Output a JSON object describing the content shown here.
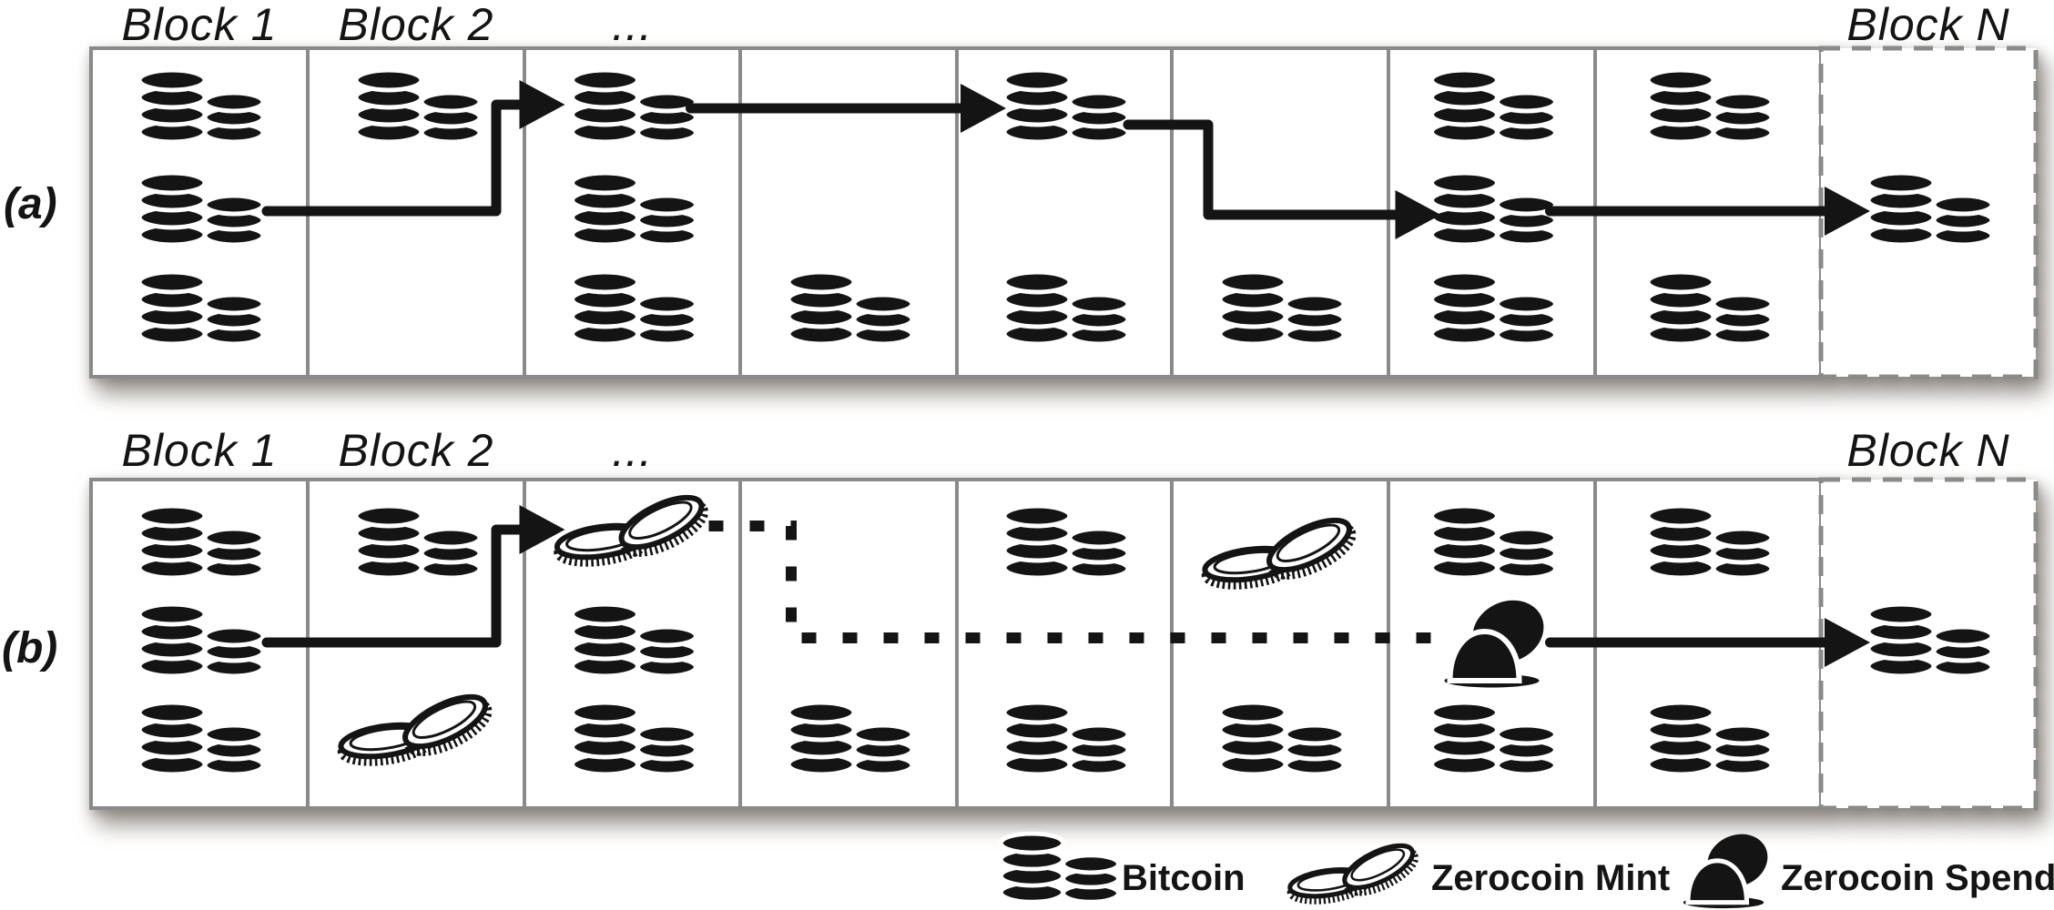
{
  "colors": {
    "ink": "#141414",
    "grid": "#8a8a8a",
    "background": "#ffffff"
  },
  "panels": [
    {
      "id": "a",
      "side_label": "(a)",
      "column_labels": [
        {
          "col": 0,
          "text": "Block 1"
        },
        {
          "col": 1,
          "text": "Block 2"
        },
        {
          "col": 2,
          "text": "..."
        },
        {
          "col": 8,
          "text": "Block N"
        }
      ],
      "blocks": [
        {
          "cells": {
            "top": "bitcoin",
            "middle": "bitcoin",
            "bottom": "bitcoin"
          }
        },
        {
          "cells": {
            "top": "bitcoin"
          }
        },
        {
          "cells": {
            "top": "bitcoin",
            "middle": "bitcoin",
            "bottom": "bitcoin"
          }
        },
        {
          "cells": {
            "bottom": "bitcoin"
          }
        },
        {
          "cells": {
            "top": "bitcoin",
            "bottom": "bitcoin"
          }
        },
        {
          "cells": {
            "bottom": "bitcoin"
          }
        },
        {
          "cells": {
            "top": "bitcoin",
            "middle": "bitcoin",
            "bottom": "bitcoin"
          }
        },
        {
          "cells": {
            "top": "bitcoin",
            "bottom": "bitcoin"
          }
        },
        {
          "dashed": true,
          "cells": {
            "middle": "bitcoin"
          }
        }
      ],
      "arrows": [
        {
          "style": "solid",
          "route": "elbow-up",
          "from": {
            "block": 0,
            "row": "middle"
          },
          "to": {
            "block": 2,
            "row": "top"
          }
        },
        {
          "style": "solid",
          "route": "straight",
          "from": {
            "block": 2,
            "row": "top"
          },
          "to": {
            "block": 4,
            "row": "top"
          }
        },
        {
          "style": "solid",
          "route": "elbow-down",
          "from": {
            "block": 4,
            "row": "top"
          },
          "to": {
            "block": 6,
            "row": "middle"
          }
        },
        {
          "style": "solid",
          "route": "straight",
          "from": {
            "block": 6,
            "row": "middle"
          },
          "to": {
            "block": 8,
            "row": "middle"
          }
        }
      ]
    },
    {
      "id": "b",
      "side_label": "(b)",
      "column_labels": [
        {
          "col": 0,
          "text": "Block 1"
        },
        {
          "col": 1,
          "text": "Block 2"
        },
        {
          "col": 2,
          "text": "..."
        },
        {
          "col": 8,
          "text": "Block N"
        }
      ],
      "blocks": [
        {
          "cells": {
            "top": "bitcoin",
            "middle": "bitcoin",
            "bottom": "bitcoin"
          }
        },
        {
          "cells": {
            "top": "bitcoin",
            "bottom": "zerocoin-mint"
          }
        },
        {
          "cells": {
            "top": "zerocoin-mint",
            "middle": "bitcoin",
            "bottom": "bitcoin"
          }
        },
        {
          "cells": {
            "bottom": "bitcoin"
          }
        },
        {
          "cells": {
            "top": "bitcoin",
            "bottom": "bitcoin"
          }
        },
        {
          "cells": {
            "top": "zerocoin-mint",
            "bottom": "bitcoin"
          }
        },
        {
          "cells": {
            "top": "bitcoin",
            "middle": "zerocoin-spend",
            "bottom": "bitcoin"
          }
        },
        {
          "cells": {
            "top": "bitcoin",
            "bottom": "bitcoin"
          }
        },
        {
          "dashed": true,
          "cells": {
            "middle": "bitcoin"
          }
        }
      ],
      "arrows": [
        {
          "style": "solid",
          "route": "elbow-up",
          "from": {
            "block": 0,
            "row": "middle"
          },
          "to": {
            "block": 2,
            "row": "top"
          }
        },
        {
          "style": "dashed",
          "route": "elbow-mid",
          "from": {
            "block": 2,
            "row": "top"
          },
          "to": {
            "block": 6,
            "row": "middle"
          }
        },
        {
          "style": "solid",
          "route": "straight",
          "from": {
            "block": 6,
            "row": "middle"
          },
          "to": {
            "block": 8,
            "row": "middle"
          }
        }
      ]
    }
  ],
  "legend": [
    {
      "icon": "bitcoin",
      "label": "Bitcoin"
    },
    {
      "icon": "zerocoin-mint",
      "label": "Zerocoin Mint"
    },
    {
      "icon": "zerocoin-spend",
      "label": "Zerocoin Spend"
    }
  ]
}
